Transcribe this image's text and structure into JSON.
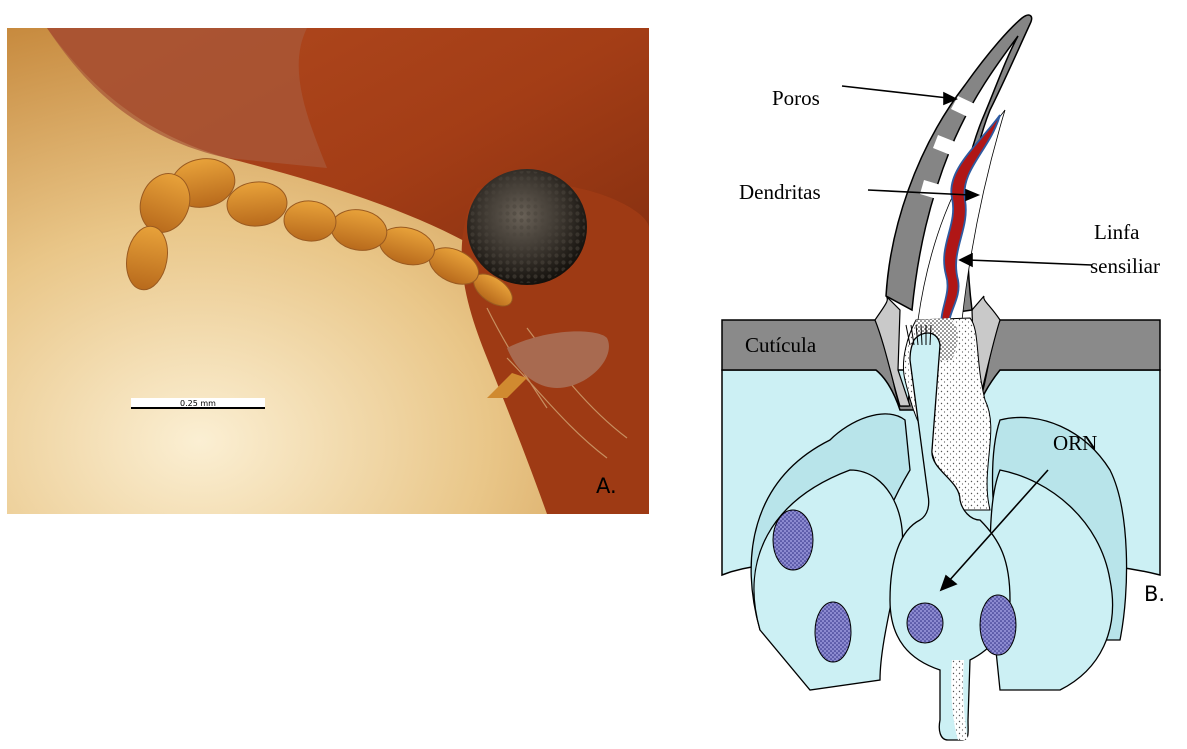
{
  "panel_a": {
    "scale_bar_label": "0.25 mm",
    "panel_letter": "A."
  },
  "panel_b": {
    "panel_letter": "B.",
    "labels": {
      "pores": "Poros",
      "dendrites": "Dendritas",
      "lymph_line1": "Linfa",
      "lymph_line2": "sensiliar",
      "cuticle": "Cutícula",
      "orn": "ORN"
    }
  }
}
